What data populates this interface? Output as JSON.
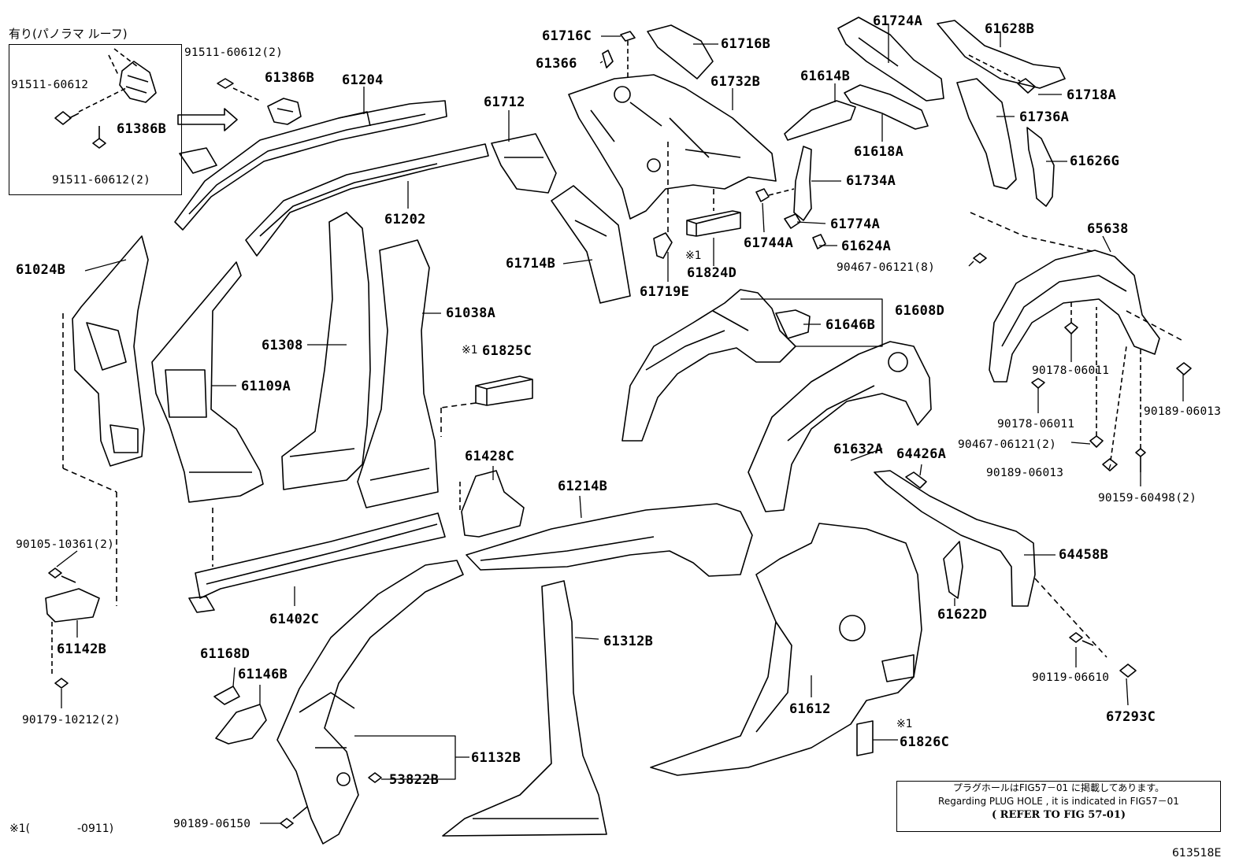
{
  "inset": {
    "caption": "有り(パノラマ ルーフ)"
  },
  "labels": {
    "p91511_60612_2_top": "91511-60612(2)",
    "p61386B_a": "61386B",
    "p61204": "61204",
    "p91511_60612_inset": "91511-60612",
    "p61386B_inset": "61386B",
    "p91511_60612_2_inset": "91511-60612(2)",
    "p61202": "61202",
    "p61712": "61712",
    "p61714B": "61714B",
    "p61716C": "61716C",
    "p61366": "61366",
    "p61716B": "61716B",
    "p61732B": "61732B",
    "p61719E": "61719E",
    "p61824D": "61824D",
    "p61724A": "61724A",
    "p61628B": "61628B",
    "p61614B": "61614B",
    "p61618A": "61618A",
    "p61718A": "61718A",
    "p61736A": "61736A",
    "p61626G": "61626G",
    "p61734A": "61734A",
    "p61774A": "61774A",
    "p61744A": "61744A",
    "p61624A": "61624A",
    "p65638": "65638",
    "p90467_06121_8": "90467-06121(8)",
    "p61024B": "61024B",
    "p61038A": "61038A",
    "p61308": "61308",
    "p61109A": "61109A",
    "p61825C": "61825C",
    "p61608D": "61608D",
    "p61646B": "61646B",
    "p90178_06011_a": "90178-06011",
    "p90178_06011_b": "90178-06011",
    "p90189_06013_a": "90189-06013",
    "p90467_06121_2": "90467-06121(2)",
    "p90189_06013_b": "90189-06013",
    "p90159_60498_2": "90159-60498(2)",
    "p61632A": "61632A",
    "p64426A": "64426A",
    "p61428C": "61428C",
    "p61214B": "61214B",
    "p90105_10361_2": "90105-10361(2)",
    "p61142B": "61142B",
    "p61402C": "61402C",
    "p64458B": "64458B",
    "p61622D": "61622D",
    "p61312B": "61312B",
    "p90119_06610": "90119-06610",
    "p67293C": "67293C",
    "p61168D": "61168D",
    "p61146B": "61146B",
    "p90179_10212_2": "90179-10212(2)",
    "p61612": "61612",
    "p61826C": "61826C",
    "p61132B": "61132B",
    "p53822B": "53822B",
    "p90189_06150": "90189-06150"
  },
  "marks": {
    "asterisk1": "※1",
    "asterisk1_b": "※1",
    "asterisk1_c": "※1"
  },
  "footnote": {
    "marker": "※1(",
    "range": "-0911)"
  },
  "note": {
    "line1": "プラグホールはFIG57－01 に掲載してあります。",
    "line2": "Regarding PLUG HOLE , it is indicated in FIG57－01",
    "line3": "( REFER TO FIG 57-01)"
  },
  "figure_id": "613518E"
}
